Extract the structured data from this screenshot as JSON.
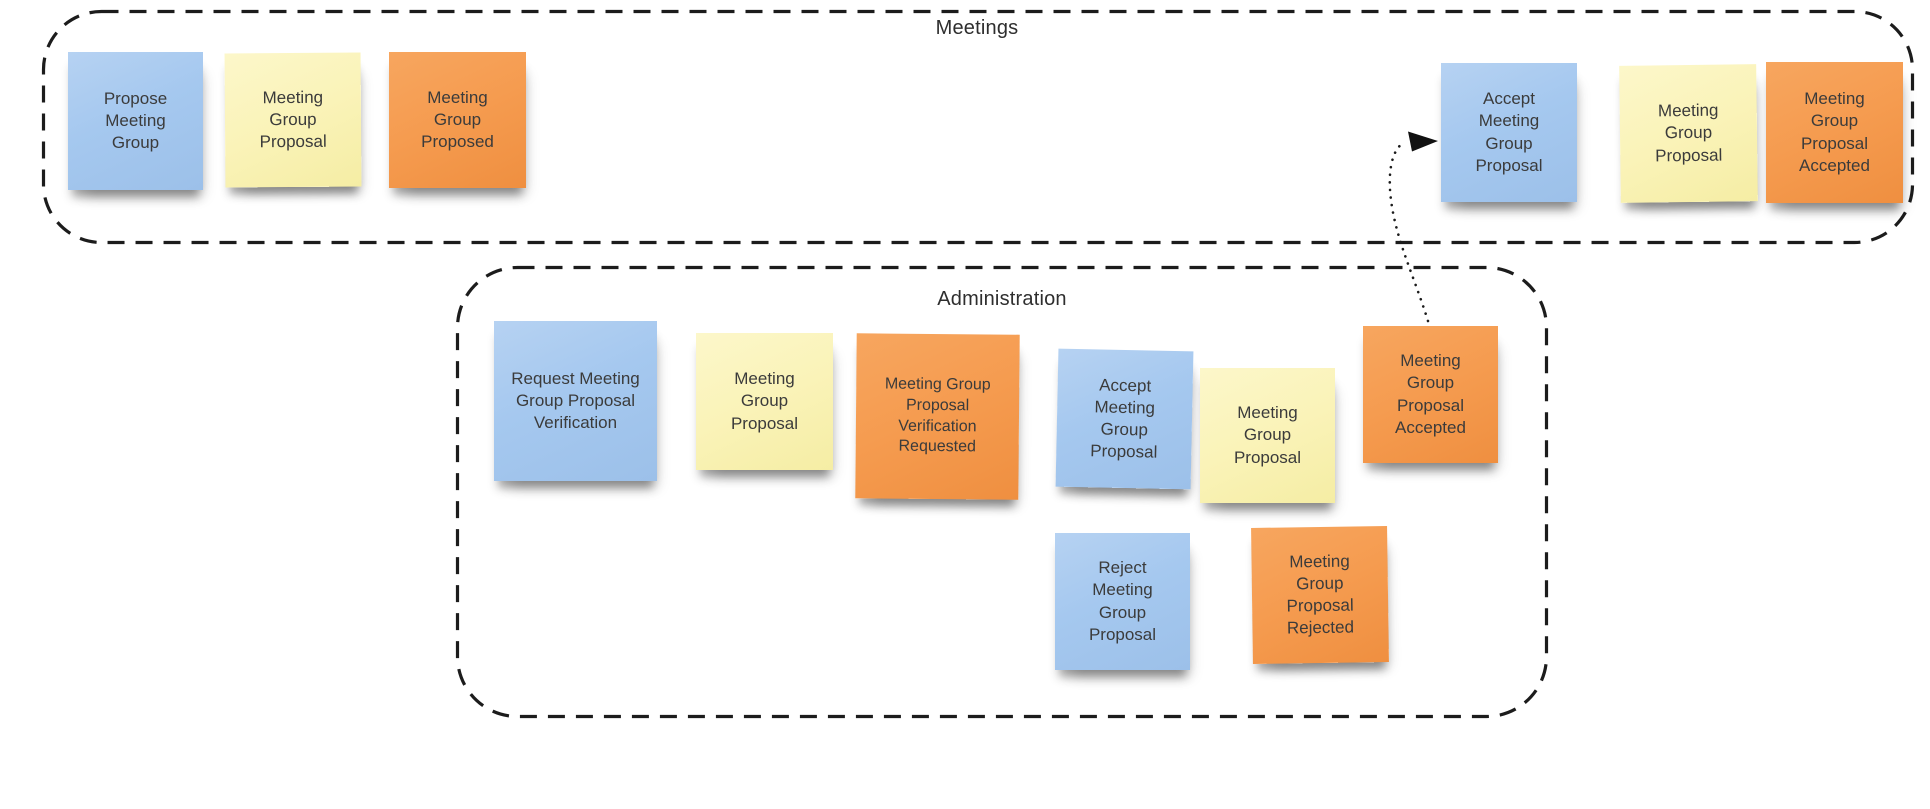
{
  "board_type": "sticky-note event storming board",
  "colors": {
    "background": "#ffffff",
    "note_blue": "#a5c8ef",
    "note_yellow": "#faf3b8",
    "note_orange": "#f59b4f",
    "ink": "#1c1c1c",
    "note_text": "#3b3b3b"
  },
  "lanes": [
    {
      "title": "Meetings"
    },
    {
      "title": "Administration"
    }
  ],
  "notes": [
    {
      "lane": "Meetings",
      "color": "blue",
      "text": "Propose\nMeeting\nGroup"
    },
    {
      "lane": "Meetings",
      "color": "yellow",
      "text": "Meeting\nGroup\nProposal"
    },
    {
      "lane": "Meetings",
      "color": "orange",
      "text": "Meeting\nGroup\nProposed"
    },
    {
      "lane": "Meetings",
      "color": "blue",
      "text": "Accept\nMeeting\nGroup\nProposal"
    },
    {
      "lane": "Meetings",
      "color": "yellow",
      "text": "Meeting\nGroup\nProposal"
    },
    {
      "lane": "Meetings",
      "color": "orange",
      "text": "Meeting\nGroup\nProposal\nAccepted"
    },
    {
      "lane": "Administration",
      "color": "blue",
      "text": "Request Meeting\nGroup Proposal\nVerification"
    },
    {
      "lane": "Administration",
      "color": "yellow",
      "text": "Meeting\nGroup\nProposal"
    },
    {
      "lane": "Administration",
      "color": "orange",
      "text": "Meeting Group\nProposal\nVerification\nRequested"
    },
    {
      "lane": "Administration",
      "color": "blue",
      "text": "Accept\nMeeting\nGroup\nProposal"
    },
    {
      "lane": "Administration",
      "color": "yellow",
      "text": "Meeting\nGroup\nProposal"
    },
    {
      "lane": "Administration",
      "color": "orange",
      "text": "Meeting\nGroup\nProposal\nAccepted"
    },
    {
      "lane": "Administration",
      "color": "blue",
      "text": "Reject\nMeeting\nGroup\nProposal"
    },
    {
      "lane": "Administration",
      "color": "orange",
      "text": "Meeting\nGroup\nProposal\nRejected"
    }
  ],
  "arrow": {
    "style": "dotted",
    "from": "Meeting Group Proposal Accepted (Administration)",
    "to": "Accept Meeting Group Proposal (Meetings)"
  }
}
